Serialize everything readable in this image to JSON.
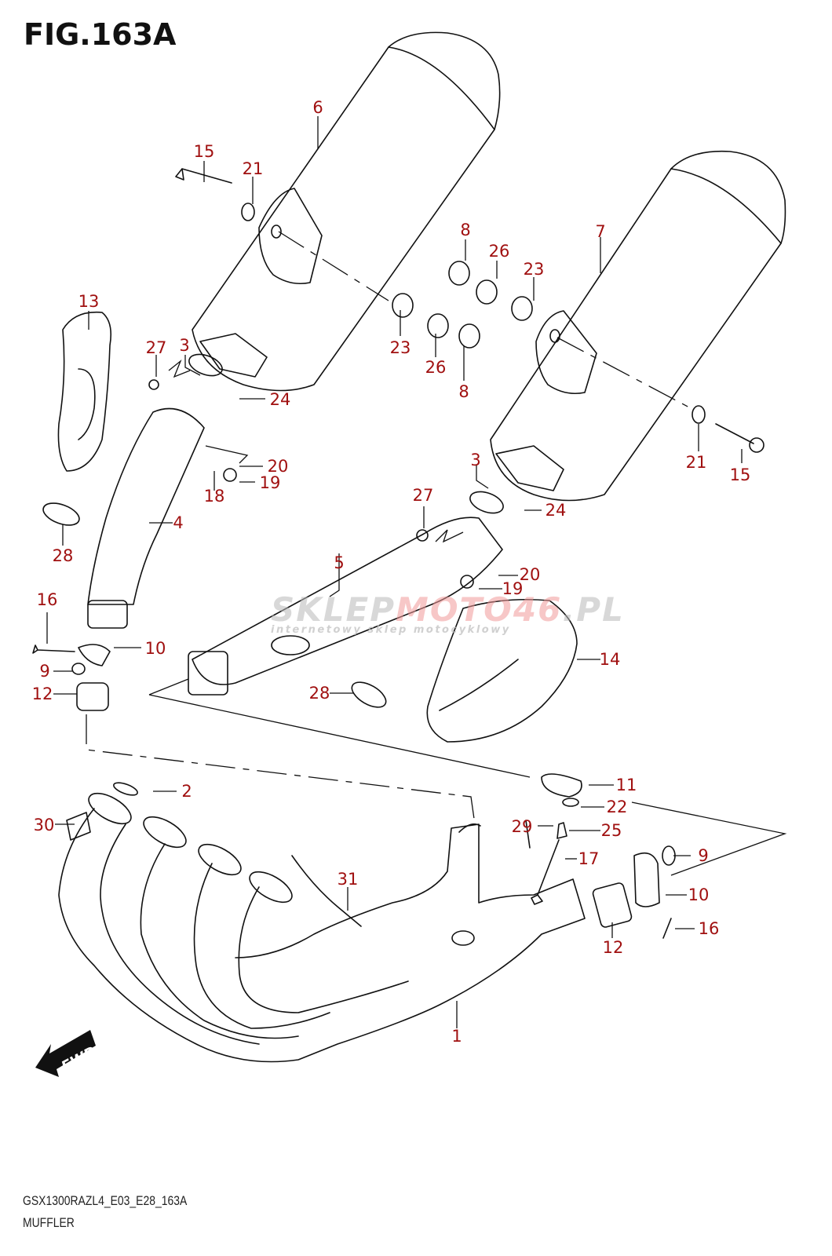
{
  "figure": {
    "title": "FIG.163A",
    "model_code": "GSX1300RAZL4_E03_E28_163A",
    "section_name": "MUFFLER"
  },
  "watermark": {
    "brand_grey": "SKLEP",
    "brand_red": "MOTO46",
    "brand_suffix": ".PL",
    "tagline": "internetowy sklep motocyklowy"
  },
  "direction_indicator": {
    "label": "FWD",
    "icon": "forward-arrow-icon"
  },
  "colors": {
    "callout": "#a01010",
    "line": "#111111",
    "watermark_red": "#f29a9a"
  },
  "callouts": [
    {
      "id": "c6",
      "label": "6"
    },
    {
      "id": "c15a",
      "label": "15"
    },
    {
      "id": "c21a",
      "label": "21"
    },
    {
      "id": "c8a",
      "label": "8"
    },
    {
      "id": "c26a",
      "label": "26"
    },
    {
      "id": "c23a",
      "label": "23"
    },
    {
      "id": "c7",
      "label": "7"
    },
    {
      "id": "c13",
      "label": "13"
    },
    {
      "id": "c27a",
      "label": "27"
    },
    {
      "id": "c3a",
      "label": "3"
    },
    {
      "id": "c23b",
      "label": "23"
    },
    {
      "id": "c26b",
      "label": "26"
    },
    {
      "id": "c8b",
      "label": "8"
    },
    {
      "id": "c24a",
      "label": "24"
    },
    {
      "id": "c21b",
      "label": "21"
    },
    {
      "id": "c15b",
      "label": "15"
    },
    {
      "id": "c20a",
      "label": "20"
    },
    {
      "id": "c19a",
      "label": "19"
    },
    {
      "id": "c18",
      "label": "18"
    },
    {
      "id": "c3b",
      "label": "3"
    },
    {
      "id": "c27b",
      "label": "27"
    },
    {
      "id": "c24b",
      "label": "24"
    },
    {
      "id": "c28a",
      "label": "28"
    },
    {
      "id": "c4",
      "label": "4"
    },
    {
      "id": "c5",
      "label": "5"
    },
    {
      "id": "c20b",
      "label": "20"
    },
    {
      "id": "c19b",
      "label": "19"
    },
    {
      "id": "c16a",
      "label": "16"
    },
    {
      "id": "c10a",
      "label": "10"
    },
    {
      "id": "c9a",
      "label": "9"
    },
    {
      "id": "c14",
      "label": "14"
    },
    {
      "id": "c12a",
      "label": "12"
    },
    {
      "id": "c28b",
      "label": "28"
    },
    {
      "id": "c2",
      "label": "2"
    },
    {
      "id": "c11",
      "label": "11"
    },
    {
      "id": "c22",
      "label": "22"
    },
    {
      "id": "c30",
      "label": "30"
    },
    {
      "id": "c29",
      "label": "29"
    },
    {
      "id": "c25",
      "label": "25"
    },
    {
      "id": "c9b",
      "label": "9"
    },
    {
      "id": "c17",
      "label": "17"
    },
    {
      "id": "c31",
      "label": "31"
    },
    {
      "id": "c10b",
      "label": "10"
    },
    {
      "id": "c16b",
      "label": "16"
    },
    {
      "id": "c12b",
      "label": "12"
    },
    {
      "id": "c1",
      "label": "1"
    }
  ]
}
